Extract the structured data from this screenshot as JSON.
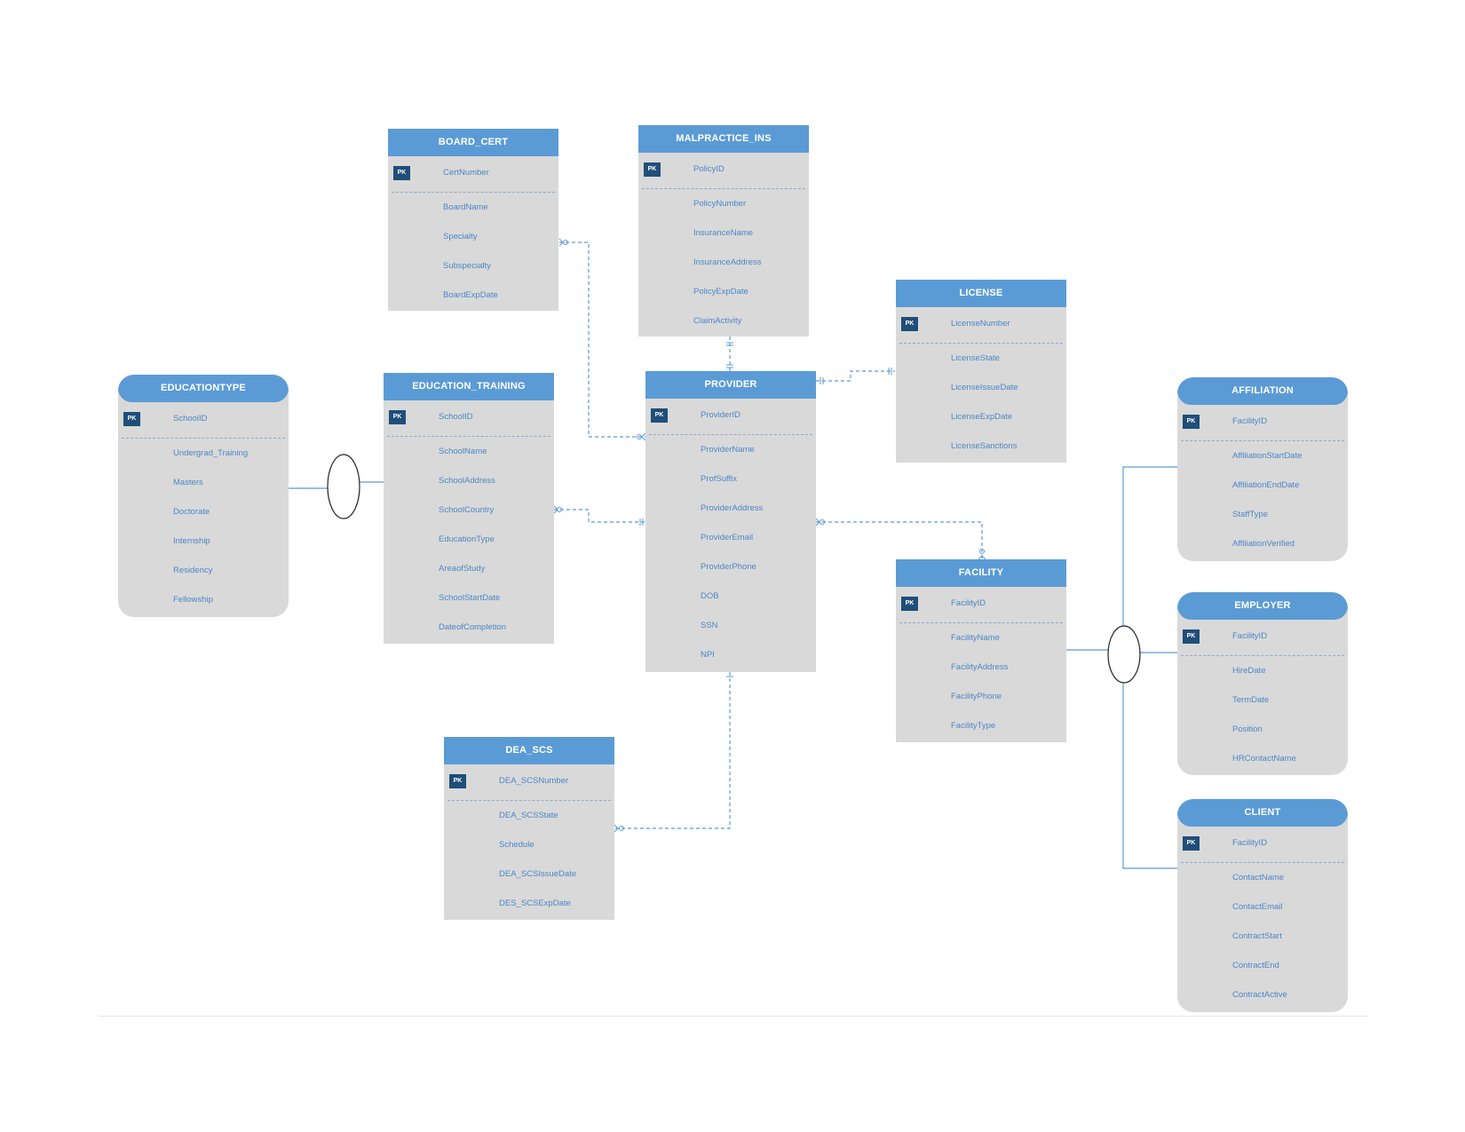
{
  "pk_label": "PK",
  "entities": {
    "board_cert": {
      "title": "BOARD_CERT",
      "pk": "CertNumber",
      "attrs": [
        "BoardName",
        "Specialty",
        "Subspecialty",
        "BoardExpDate"
      ]
    },
    "malpractice_ins": {
      "title": "MALPRACTICE_INS",
      "pk": "PolicyID",
      "attrs": [
        "PolicyNumber",
        "InsuranceName",
        "InsuranceAddress",
        "PolicyExpDate",
        "ClaimActivity"
      ]
    },
    "license": {
      "title": "LICENSE",
      "pk": "LicenseNumber",
      "attrs": [
        "LicenseState",
        "LicenseIssueDate",
        "LicenseExpDate",
        "LicenseSanctions"
      ]
    },
    "educationtype": {
      "title": "EDUCATIONTYPE",
      "pk": "SchoolID",
      "attrs": [
        "Undergrad_Training",
        "Masters",
        "Doctorate",
        "Internship",
        "Residency",
        "Fellowship"
      ]
    },
    "education_training": {
      "title": "EDUCATION_TRAINING",
      "pk": "SchoolID",
      "attrs": [
        "SchoolName",
        "SchoolAddress",
        "SchoolCountry",
        "EducationType",
        "AreaofStudy",
        "SchoolStartDate",
        "DateofCompletion"
      ]
    },
    "provider": {
      "title": "PROVIDER",
      "pk": "ProviderID",
      "attrs": [
        "ProviderName",
        "ProfSuffix",
        "ProviderAddress",
        "ProviderEmail",
        "ProviderPhone",
        "DOB",
        "SSN",
        "NPI"
      ]
    },
    "affiliation": {
      "title": "AFFILIATION",
      "pk": "FacilityID",
      "attrs": [
        "AffiliationStartDate",
        "AffiliationEndDate",
        "StaffType",
        "AffiliationVerified"
      ]
    },
    "facility": {
      "title": "FACILITY",
      "pk": "FacilityID",
      "attrs": [
        "FacilityName",
        "FacilityAddress",
        "FacilityPhone",
        "FacilityType"
      ]
    },
    "employer": {
      "title": "EMPLOYER",
      "pk": "FacilityID",
      "attrs": [
        "HireDate",
        "TermDate",
        "Position",
        "HRContactName"
      ]
    },
    "dea_scs": {
      "title": "DEA_SCS",
      "pk": "DEA_SCSNumber",
      "attrs": [
        "DEA_SCSState",
        "Schedule",
        "DEA_SCSIssueDate",
        "DES_SCSExpDate"
      ]
    },
    "client": {
      "title": "CLIENT",
      "pk": "FacilityID",
      "attrs": [
        "ContactName",
        "ContactEmail",
        "ContractStart",
        "ContractEnd",
        "ContractActive"
      ]
    }
  },
  "colors": {
    "header": "#5b9bd5",
    "body": "#d9d9d9",
    "pk_badge": "#1f4e79",
    "attr_text": "#4a86c8",
    "connector": "#5b9bd5"
  }
}
